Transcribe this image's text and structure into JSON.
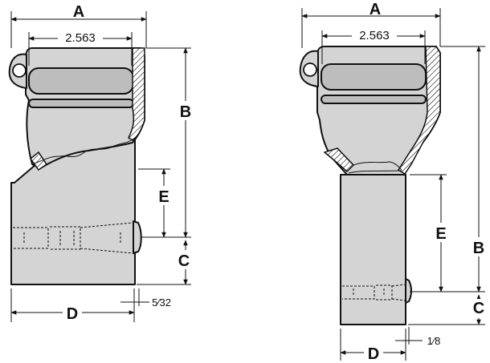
{
  "left_view": {
    "dim_a": "A",
    "dim_b": "B",
    "dim_c": "C",
    "dim_d": "D",
    "dim_e": "E",
    "bore": "2.563",
    "offset": "5⁄32"
  },
  "right_view": {
    "dim_a": "A",
    "dim_b": "B",
    "dim_c": "C",
    "dim_d": "D",
    "dim_e": "E",
    "bore": "2.563",
    "offset": "1⁄8"
  }
}
